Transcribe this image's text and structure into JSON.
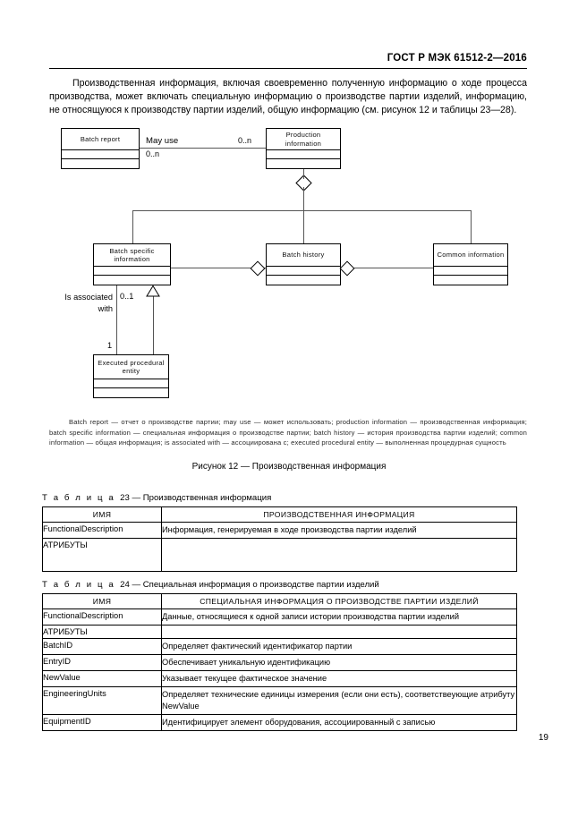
{
  "header": {
    "standard_number": "ГОСТ Р МЭК 61512-2—2016"
  },
  "intro_paragraph": "Производственная информация, включая своевременно полученную информацию о ходе процесса производства, может включать специальную информацию о производстве партии изделий, информацию, не относящуюся к производству партии изделий, общую информацию (см. рисунок 12 и таблицы 23—28).",
  "figure": {
    "caption": "Рисунок 12 — Производственная информация",
    "boxes": {
      "batch_report": "Batch report",
      "production_information": "Production information",
      "batch_specific_information": "Batch specific information",
      "batch_history": "Batch history",
      "common_information": "Common information",
      "executed_procedural_entity": "Executed procedural entity"
    },
    "edge_labels": {
      "may_use": "May use",
      "mult_0n_left": "0..n",
      "mult_0n_right": "0..n",
      "is_associated_with": "Is associated with",
      "mult_0_1": "0..1",
      "mult_1": "1"
    },
    "legend": "Batch report — отчет о производстве партии; may use — может использовать; production information — производственная информация; batch specific information — специальная информация о производстве партии; batch history — история производства партии изделий; common information — общая информация; is associated with — ассоциирована с; executed procedural entity — выполненная процедурная сущность"
  },
  "table23": {
    "caption_prefix": "Т а б л и ц а",
    "caption_number": "23",
    "caption_text": "— Производственная информация",
    "columns": [
      "ИМЯ",
      "ПРОИЗВОДСТВЕННАЯ ИНФОРМАЦИЯ"
    ],
    "rows": [
      {
        "name": "FunctionalDescription",
        "desc": "Информация, генерируемая в ходе производства партии изделий"
      },
      {
        "name": "АТРИБУТЫ",
        "desc": ""
      }
    ]
  },
  "table24": {
    "caption_prefix": "Т а б л и ц а",
    "caption_number": "24",
    "caption_text": "— Специальная информация о производстве партии изделий",
    "columns": [
      "ИМЯ",
      "СПЕЦИАЛЬНАЯ ИНФОРМАЦИЯ О ПРОИЗВОДСТВЕ ПАРТИИ ИЗДЕЛИЙ"
    ],
    "rows": [
      {
        "name": "FunctionalDescription",
        "desc": "Данные, относящиеся к одной записи истории производства партии изделий"
      },
      {
        "name": "АТРИБУТЫ",
        "desc": ""
      },
      {
        "name": "BatchID",
        "desc": "Определяет фактический идентификатор партии"
      },
      {
        "name": "EntryID",
        "desc": "Обеспечивает уникальную идентификацию"
      },
      {
        "name": "NewValue",
        "desc": "Указывает текущее фактическое значение"
      },
      {
        "name": "EngineeringUnits",
        "desc": "Определяет технические единицы измерения (если они есть), соответствеующие атрибуту NewValue"
      },
      {
        "name": "EquipmentID",
        "desc": "Идентифицирует элемент оборудования, ассоциированный с записью"
      }
    ]
  },
  "page_number": "19"
}
